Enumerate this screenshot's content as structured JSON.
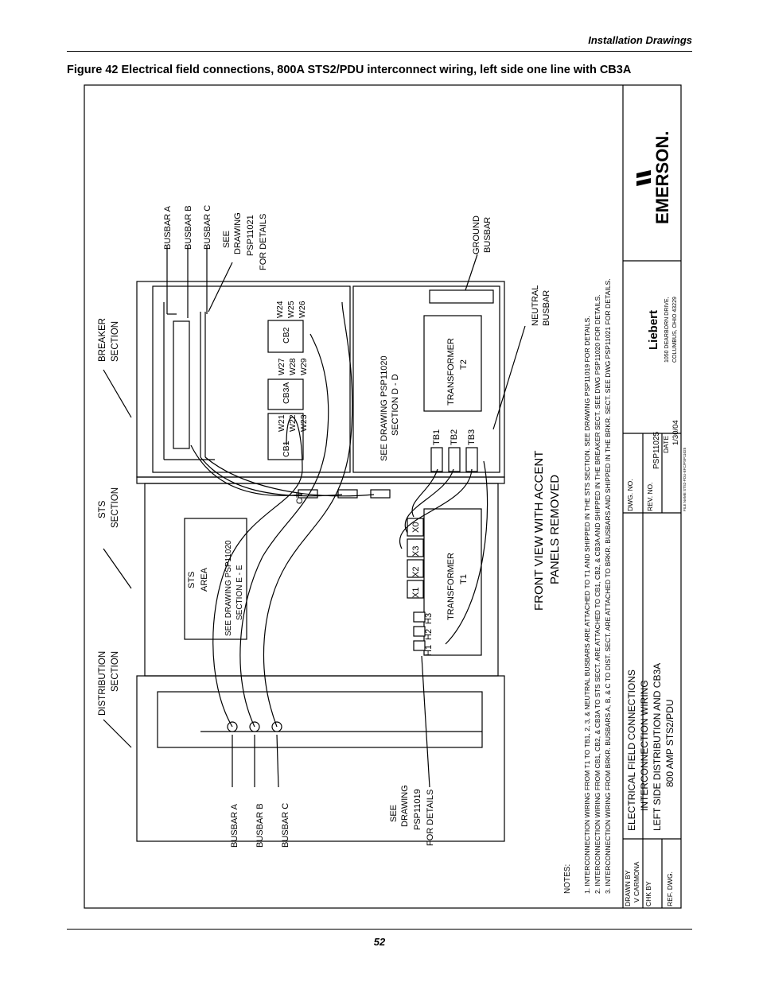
{
  "header": {
    "section": "Installation Drawings"
  },
  "figure": {
    "caption": "Figure 42  Electrical field connections, 800A STS2/PDU interconnect wiring, left side one line with CB3A"
  },
  "footer": {
    "page_number": "52"
  },
  "drawing": {
    "sections": {
      "distribution": [
        "DISTRIBUTION",
        "SECTION"
      ],
      "sts": [
        "STS",
        "SECTION"
      ],
      "breaker": [
        "BREAKER",
        "SECTION"
      ]
    },
    "busbar_top": [
      "BUSBAR A",
      "BUSBAR B",
      "BUSBAR C"
    ],
    "see_top": [
      "SEE",
      "DRAWING",
      "PSP11021",
      "FOR DETAILS"
    ],
    "ground_busbar": [
      "GROUND",
      "BUSBAR"
    ],
    "neutral_busbar": [
      "NEUTRAL",
      "BUSBAR"
    ],
    "breakers": [
      {
        "label": "CB1",
        "wires": [
          "W21",
          "W22",
          "W23"
        ]
      },
      {
        "label": "CB3A",
        "wires": [
          "W27",
          "W28",
          "W29"
        ]
      },
      {
        "label": "CB2",
        "wires": [
          "W24",
          "W25",
          "W26"
        ]
      }
    ],
    "transformer_t2": [
      "TRANSFORMER",
      "T2"
    ],
    "see_dd": [
      "SEE DRAWING PSP11020",
      "SECTION D - D"
    ],
    "terminal_blocks": [
      "TB1",
      "TB2",
      "TB3"
    ],
    "ct_label": "CT",
    "sts_area": [
      "STS",
      "AREA"
    ],
    "see_ee": [
      "SEE DRAWING PSP11020",
      "SECTION E - E"
    ],
    "transformer_t1": [
      "TRANSFORMER",
      "T1"
    ],
    "t1_secondary": [
      "X1",
      "X2",
      "X3",
      "X0"
    ],
    "t1_primary": [
      "H1",
      "H2",
      "H3"
    ],
    "front_view": [
      "FRONT VIEW WITH ACCENT",
      "PANELS REMOVED"
    ],
    "busbar_bottom": [
      "BUSBAR A",
      "BUSBAR B",
      "BUSBAR C"
    ],
    "see_bottom": [
      "SEE",
      "DRAWING",
      "PSP11019",
      "FOR DETAILS"
    ],
    "notes_label": "NOTES:",
    "notes": [
      "1. INTERCONNECTION WIRING FROM T1 TO TB1, 2, 3, & NEUTRAL BUSBARS ARE ATTACHED TO T1 AND SHIPPED IN THE STS SECTION. SEE DRAWING PSP11019 FOR DETAILS.",
      "2. INTERCONNECTION WIRING FROM CB1, CB2, & CB3A TO STS SECT. ARE ATTACHED TO CB1, CB2, & CB3A AND SHIPPED IN THE BREAKER SECT. SEE DWG PSP11020 FOR DETAILS.",
      "3. INTERCONNECTION WIRING FROM BRKR. BUSBARS A, B, & C TO DIST. SECT. ARE ATTACHED TO BRKR. BUSBARS AND SHIPPED IN THE BRKR. SECT. SEE DWG PSP11021 FOR DETAILS."
    ],
    "title_block": {
      "title_lines": [
        "ELECTRICAL FIELD CONNECTIONS",
        "INTERCONNECTION WIRING",
        "LEFT SIDE DISTRIBUTION AND CB3A",
        "800 AMP STS2/PDU"
      ],
      "drawn_by_label": "DRAWN BY",
      "drawn_by": "V CARMONA",
      "chk_by_label": "CHK BY",
      "ref_dwg_label": "REF. DWG.",
      "dwg_no_label": "DWG. NO.",
      "dwg_no": "PSP11025",
      "rev_no_label": "REV. NO.",
      "date_label": "DATE",
      "date": "1/30/04",
      "file_name": "FILE NAME  STS2-PDU-EFC/PSP11025",
      "liebert_logo": "Liebert",
      "address": [
        "1050 DEARBORN DRIVE,",
        "COLUMBUS, OHIO 43229"
      ],
      "emerson_logo": "EMERSON."
    }
  }
}
